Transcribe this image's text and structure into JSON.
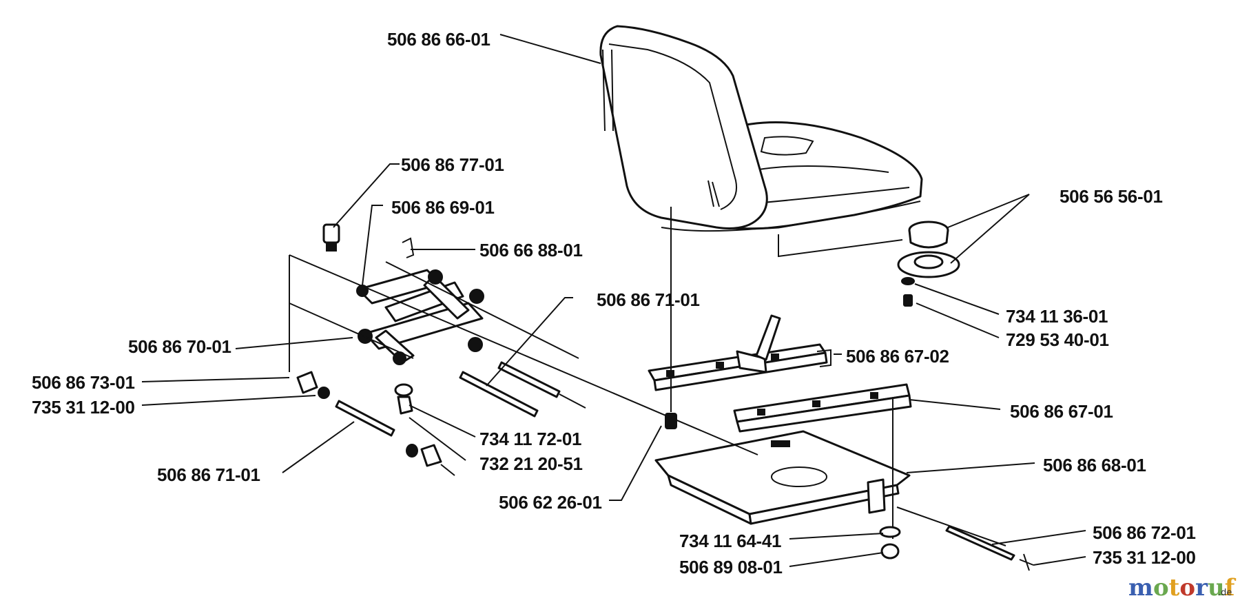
{
  "diagram": {
    "callouts": [
      {
        "id": "seat",
        "label": "506 86 66-01"
      },
      {
        "id": "seat-switch",
        "label": "506 86 77-01"
      },
      {
        "id": "bracket-frame",
        "label": "506 86 69-01"
      },
      {
        "id": "clip-top",
        "label": "506 66 88-01"
      },
      {
        "id": "shaft-upper",
        "label": "506 86 71-01"
      },
      {
        "id": "bushing-frame",
        "label": "506 86 70-01"
      },
      {
        "id": "roller-left",
        "label": "506 86 73-01"
      },
      {
        "id": "pin-left",
        "label": "735 31 12-00"
      },
      {
        "id": "shaft-lower",
        "label": "506 86 71-01"
      },
      {
        "id": "washer-mid",
        "label": "734 11 72-01"
      },
      {
        "id": "nut-mid",
        "label": "732 21 20-51"
      },
      {
        "id": "bolt-plate",
        "label": "506 62 26-01"
      },
      {
        "id": "rubber-knob",
        "label": "506 56 56-01"
      },
      {
        "id": "washer-knob",
        "label": "734 11 36-01"
      },
      {
        "id": "screw-knob",
        "label": "729 53 40-01"
      },
      {
        "id": "rail-adjust",
        "label": "506 86 67-02"
      },
      {
        "id": "rail-fixed",
        "label": "506 86 67-01"
      },
      {
        "id": "base-plate",
        "label": "506 86 68-01"
      },
      {
        "id": "shaft-right",
        "label": "506 86 72-01"
      },
      {
        "id": "pin-right",
        "label": "735 31 12-00"
      },
      {
        "id": "washer-bottom",
        "label": "734 11 64-41"
      },
      {
        "id": "nut-bottom",
        "label": "506 89 08-01"
      }
    ]
  },
  "watermark": {
    "brand": "motoruf",
    "tld": ".de",
    "colors": [
      "#3a5fb0",
      "#6aa84f",
      "#e0a020",
      "#c0392b"
    ]
  }
}
